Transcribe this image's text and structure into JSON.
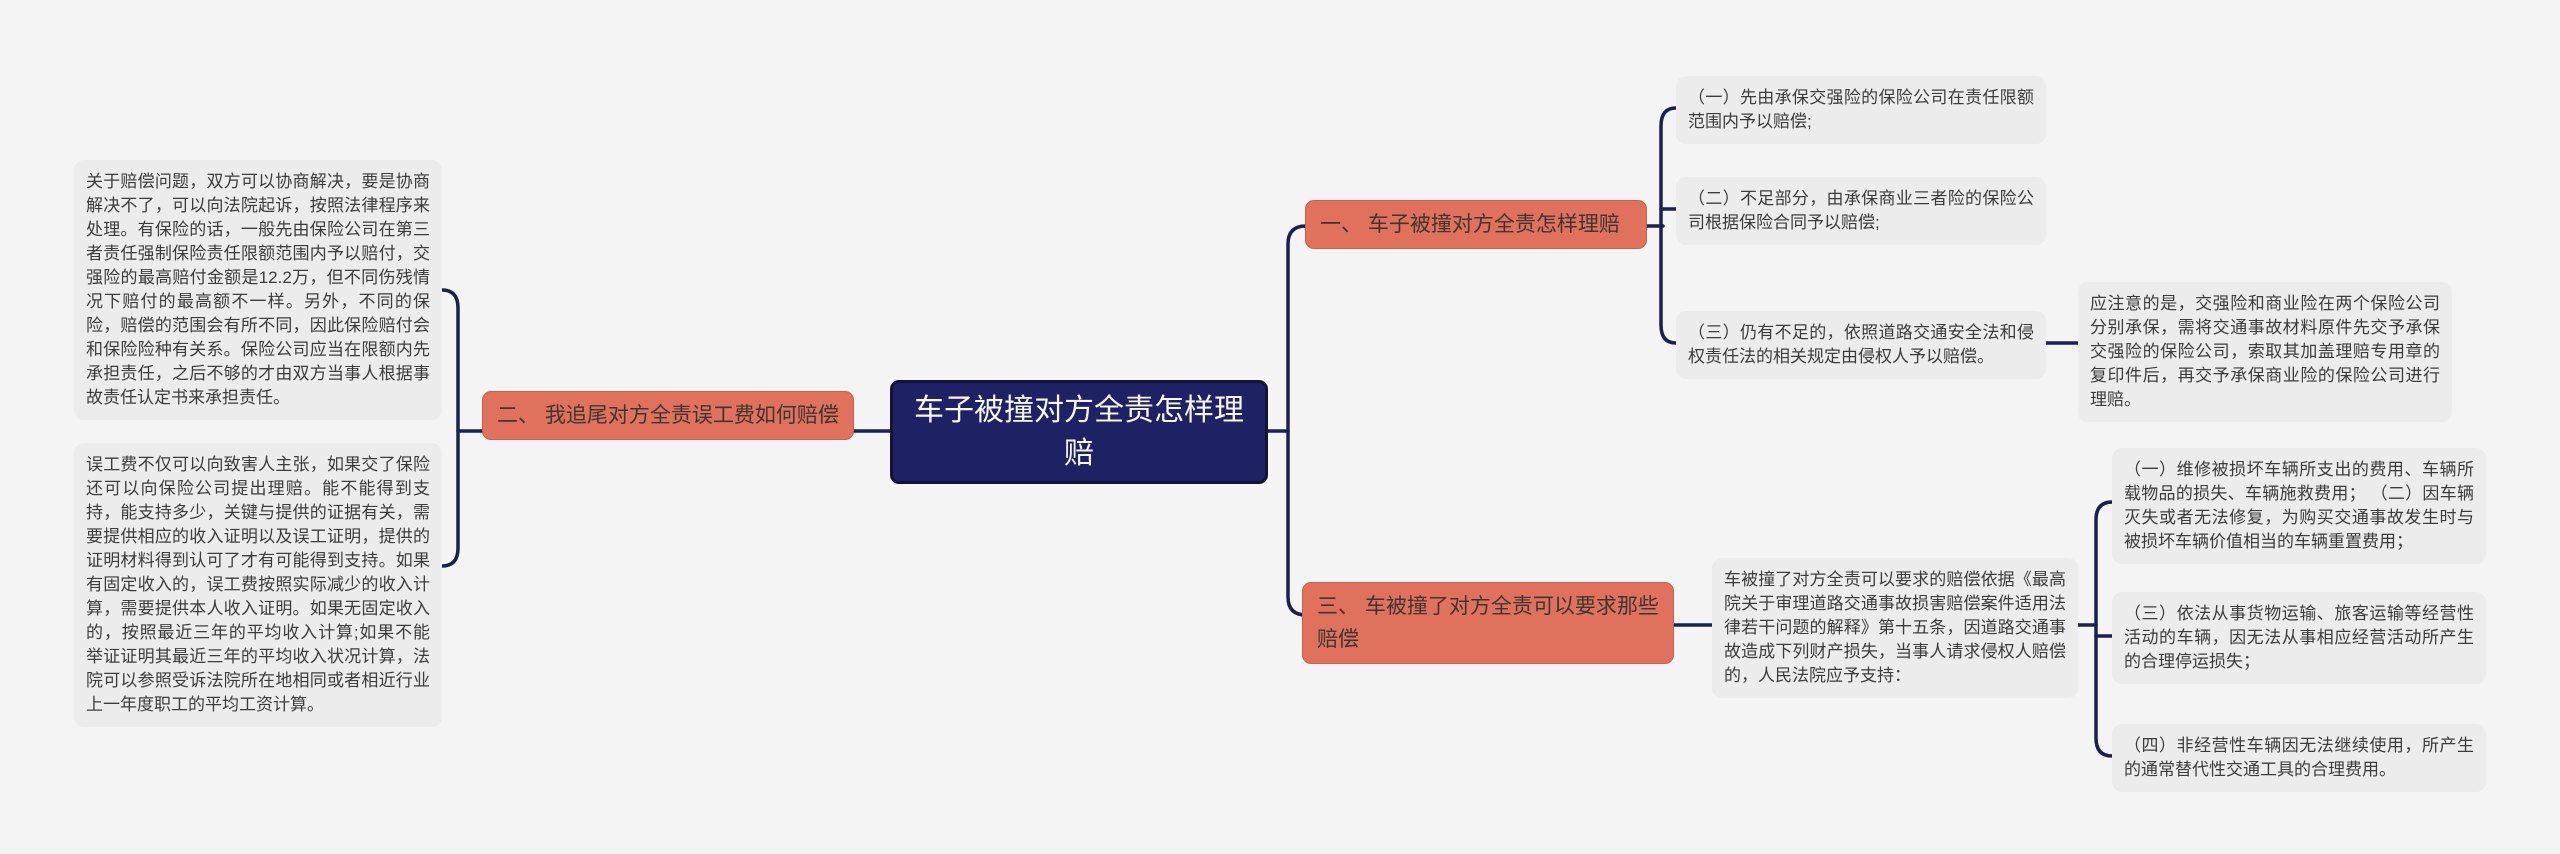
{
  "colors": {
    "background": "#f4f4f4",
    "root_fill": "#1e2264",
    "root_border": "#121432",
    "root_text": "#f7f6fb",
    "branch_fill": "#e0715c",
    "branch_border": "#cd5f4b",
    "card_fill": "#ececec",
    "connector": "#1a2054",
    "body_text": "#3c3c3c"
  },
  "map": {
    "root": {
      "label": "车子被撞对方全责怎样理赔"
    },
    "branch1": {
      "label": "一、 车子被撞对方全责怎样理赔",
      "items": [
        {
          "text": "（一）先由承保交强险的保险公司在责任限额范围内予以赔偿;"
        },
        {
          "text": "（二）不足部分，由承保商业三者险的保险公司根据保险合同予以赔偿;"
        },
        {
          "text": "（三）仍有不足的，依照道路交通安全法和侵权责任法的相关规定由侵权人予以赔偿。"
        }
      ],
      "note": "应注意的是，交强险和商业险在两个保险公司分别承保，需将交通事故材料原件先交予承保交强险的保险公司，索取其加盖理赔专用章的复印件后，再交予承保商业险的保险公司进行理赔。"
    },
    "branch2": {
      "label": "二、 我追尾对方全责误工费如何赔偿",
      "notes": [
        {
          "text": "关于赔偿问题，双方可以协商解决，要是协商解决不了，可以向法院起诉，按照法律程序来处理。有保险的话，一般先由保险公司在第三者责任强制保险责任限额范围内予以赔付，交强险的最高赔付金额是12.2万，但不同伤残情况下赔付的最高额不一样。另外，不同的保险，赔偿的范围会有所不同，因此保险赔付会和保险险种有关系。保险公司应当在限额内先承担责任，之后不够的才由双方当事人根据事故责任认定书来承担责任。"
        },
        {
          "text": "误工费不仅可以向致害人主张，如果交了保险还可以向保险公司提出理赔。能不能得到支持，能支持多少，关键与提供的证据有关，需要提供相应的收入证明以及误工证明，提供的证明材料得到认可了才有可能得到支持。如果有固定收入的，误工费按照实际减少的收入计算，需要提供本人收入证明。如果无固定收入的，按照最近三年的平均收入计算;如果不能举证证明其最近三年的平均收入状况计算，法院可以参照受诉法院所在地相同或者相近行业上一年度职工的平均工资计算。"
        }
      ]
    },
    "branch3": {
      "label": "三、 车被撞了对方全责可以要求那些赔偿",
      "intro": "车被撞了对方全责可以要求的赔偿依据《最高院关于审理道路交通事故损害赔偿案件适用法律若干问题的解释》第十五条，因道路交通事故造成下列财产损失，当事人请求侵权人赔偿的，人民法院应予支持：",
      "items": [
        {
          "text": "（一）维修被损坏车辆所支出的费用、车辆所载物品的损失、车辆施救费用； （二）因车辆灭失或者无法修复，为购买交通事故发生时与被损坏车辆价值相当的车辆重置费用；"
        },
        {
          "text": "（三）依法从事货物运输、旅客运输等经营性活动的车辆，因无法从事相应经营活动所产生的合理停运损失；"
        },
        {
          "text": "（四）非经营性车辆因无法继续使用，所产生的通常替代性交通工具的合理费用。"
        }
      ]
    }
  }
}
